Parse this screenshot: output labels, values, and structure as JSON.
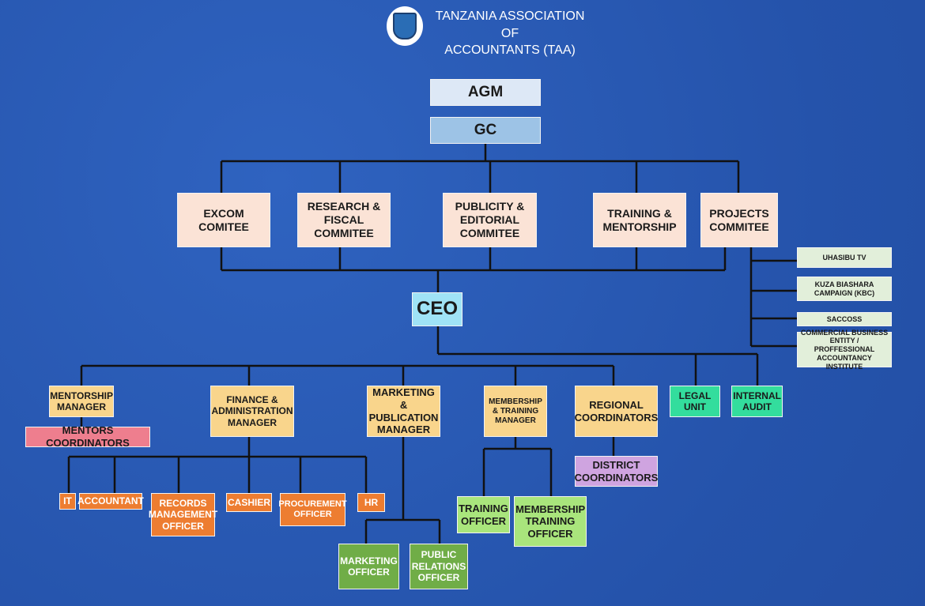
{
  "header": {
    "title_line1": "TANZANIA ASSOCIATION OF",
    "title_line2": "ACCOUNTANTS (TAA)"
  },
  "governance": {
    "agm": "AGM",
    "gc": "GC"
  },
  "committees": [
    "EXCOM COMITEE",
    "RESEARCH & FISCAL COMMITEE",
    "PUBLICITY & EDITORIAL COMMITEE",
    "TRAINING & MENTORSHIP",
    "PROJECTS COMMITEE"
  ],
  "projects": [
    "UHASIBU TV",
    "KUZA BIASHARA CAMPAIGN (KBC)",
    "SACCOSS",
    "COMMERCIAL BUSINESS ENTITY / PROFFESSIONAL ACCOUNTANCY INSTITUTE"
  ],
  "ceo": "CEO",
  "managers": {
    "mentorship": "MENTORSHIP MANAGER",
    "finance": "FINANCE & ADMINISTRATION MANAGER",
    "marketing": "MARKETING & PUBLICATION MANAGER",
    "membership": "MEMBERSHIP & TRAINING MANAGER",
    "regional": "REGIONAL COORDINATORS",
    "legal": "LEGAL UNIT",
    "audit": "INTERNAL AUDIT"
  },
  "mentors_coordinators": "MENTORS COORDINATORS",
  "finance_staff": [
    "IT",
    "ACCOUNTANT",
    "RECORDS MANAGEMENT OFFICER",
    "CASHIER",
    "PROCUREMENT OFFICER",
    "HR"
  ],
  "marketing_staff": [
    "MARKETING OFFICER",
    "PUBLIC RELATIONS OFFICER"
  ],
  "membership_staff": [
    "TRAINING OFFICER",
    "MEMBERSHIP TRAINING OFFICER"
  ],
  "district_coordinators": "DISTRICT COORDINATORS"
}
